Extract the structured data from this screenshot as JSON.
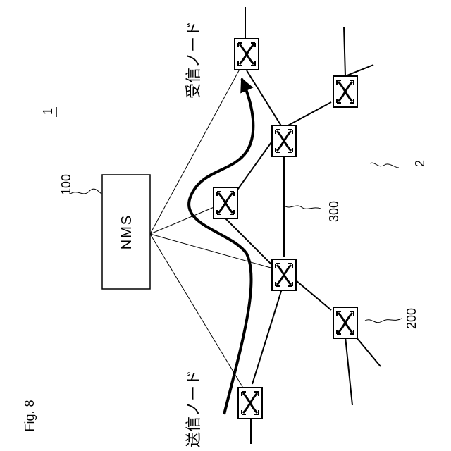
{
  "figure": {
    "label": "Fig. 8",
    "system_ref": "1",
    "network_ref": "2",
    "nms_label": "NMS",
    "nms_ref": "100",
    "node_ref": "200",
    "link_ref": "300",
    "sender_node_label": "送信ノード",
    "receiver_node_label": "受信ノード"
  },
  "icons": {
    "switch_node": "switch-node-icon",
    "path_arrow": "arrow-icon"
  },
  "colors": {
    "stroke": "#000000",
    "background": "#ffffff"
  }
}
